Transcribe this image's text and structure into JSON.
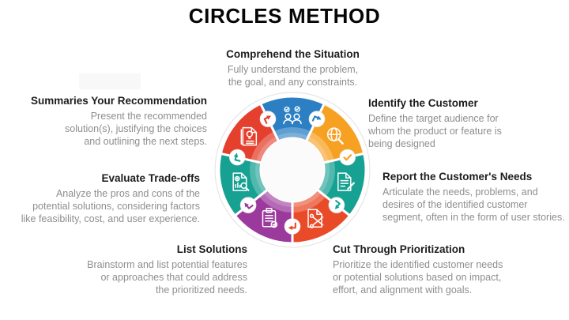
{
  "title": "CIRCLES METHOD",
  "steps": [
    {
      "id": "comprehend-the-situation",
      "title": "Comprehend the Situation",
      "desc": "Fully understand the problem,\nthe goal, and any constraints.",
      "color": "#2b7fc2",
      "icon": "people-check",
      "divider_glyph": "turn-arrow"
    },
    {
      "id": "identify-the-customer",
      "title": "Identify the Customer",
      "desc": "Define the target audience for\nwhom the product or feature is\nbeing designed",
      "color": "#f7a123",
      "icon": "magnifier-globe",
      "divider_glyph": "checkmark"
    },
    {
      "id": "report-the-customers-needs",
      "title": "Report the Customer's Needs",
      "desc": "Articulate the needs, problems, and\ndesires of the identified customer\nsegment, often in the form of user stories.",
      "color": "#17a193",
      "icon": "document-pencil",
      "divider_glyph": "turn-arrow"
    },
    {
      "id": "cut-through-prioritization",
      "title": "Cut Through Prioritization",
      "desc": "Prioritize the identified customer needs\nor potential solutions based on impact,\neffort, and alignment with goals.",
      "color": "#e94b28",
      "icon": "document-scissors",
      "divider_glyph": "turn-arrow"
    },
    {
      "id": "list-solutions",
      "title": "List Solutions",
      "desc": "Brainstorm and list potential features\nor approaches that could address\nthe prioritized needs.",
      "color": "#9b3a9c",
      "icon": "clipboard-check",
      "divider_glyph": "turn-arrow"
    },
    {
      "id": "evaluate-trade-offs",
      "title": "Evaluate Trade-offs",
      "desc": "Analyze the pros and cons of the\npotential solutions, considering factors\nlike feasibility, cost, and user experience.",
      "color": "#17a193",
      "icon": "document-analysis",
      "divider_glyph": "turn-arrow"
    },
    {
      "id": "summaries-your-recommendation",
      "title": "Summaries Your Recommendation",
      "desc": "Present the recommended\nsolution(s), justifying the choices\nand outlining the next steps.",
      "color": "#e5402d",
      "icon": "document-idea",
      "divider_glyph": "turn-arrow"
    }
  ],
  "wheel": {
    "center_fill": "#fbfbfb",
    "rim_color": "#e6e6e6",
    "badge_fill": "#ffffff",
    "divider_line_color": "#ffffff"
  },
  "text_colors": {
    "title": "#060606",
    "heading": "#1d1d1d",
    "description": "#8e8e8e"
  }
}
